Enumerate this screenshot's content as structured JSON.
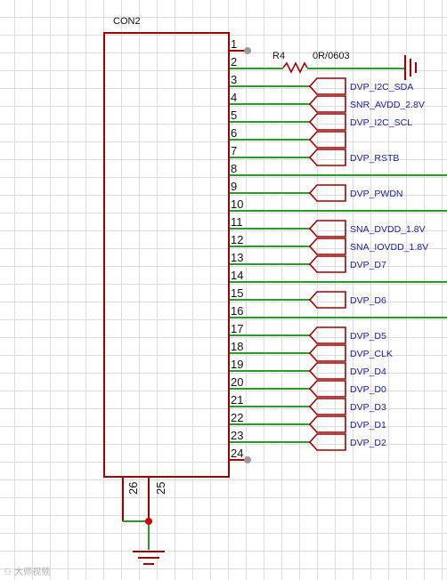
{
  "connector": {
    "ref": "CON2"
  },
  "resistor": {
    "ref": "R4",
    "value": "0R/0603"
  },
  "pins": [
    {
      "num": "1",
      "net": "",
      "type": "nc"
    },
    {
      "num": "2",
      "net": "",
      "type": "resistor"
    },
    {
      "num": "3",
      "net": "DVP_I2C_SDA",
      "type": "label"
    },
    {
      "num": "4",
      "net": "SNR_AVDD_2.8V",
      "type": "label"
    },
    {
      "num": "5",
      "net": "DVP_I2C_SCL",
      "type": "label"
    },
    {
      "num": "6",
      "net": "",
      "type": "label"
    },
    {
      "num": "7",
      "net": "DVP_RSTB",
      "type": "label"
    },
    {
      "num": "8",
      "net": "",
      "type": "wire"
    },
    {
      "num": "9",
      "net": "DVP_PWDN",
      "type": "label"
    },
    {
      "num": "10",
      "net": "",
      "type": "wire"
    },
    {
      "num": "11",
      "net": "SNA_DVDD_1.8V",
      "type": "label"
    },
    {
      "num": "12",
      "net": "SNA_IOVDD_1.8V",
      "type": "label"
    },
    {
      "num": "13",
      "net": "DVP_D7",
      "type": "label"
    },
    {
      "num": "14",
      "net": "",
      "type": "wire"
    },
    {
      "num": "15",
      "net": "DVP_D6",
      "type": "label"
    },
    {
      "num": "16",
      "net": "",
      "type": "wire"
    },
    {
      "num": "17",
      "net": "DVP_D5",
      "type": "label"
    },
    {
      "num": "18",
      "net": "DVP_CLK",
      "type": "label"
    },
    {
      "num": "19",
      "net": "DVP_D4",
      "type": "label"
    },
    {
      "num": "20",
      "net": "DVP_D0",
      "type": "label"
    },
    {
      "num": "21",
      "net": "DVP_D3",
      "type": "label"
    },
    {
      "num": "22",
      "net": "DVP_D1",
      "type": "label"
    },
    {
      "num": "23",
      "net": "DVP_D2",
      "type": "label"
    },
    {
      "num": "24",
      "net": "",
      "type": "nc"
    }
  ],
  "bottom_pins": [
    "26",
    "25"
  ],
  "watermark": "⚇ 大师视频"
}
